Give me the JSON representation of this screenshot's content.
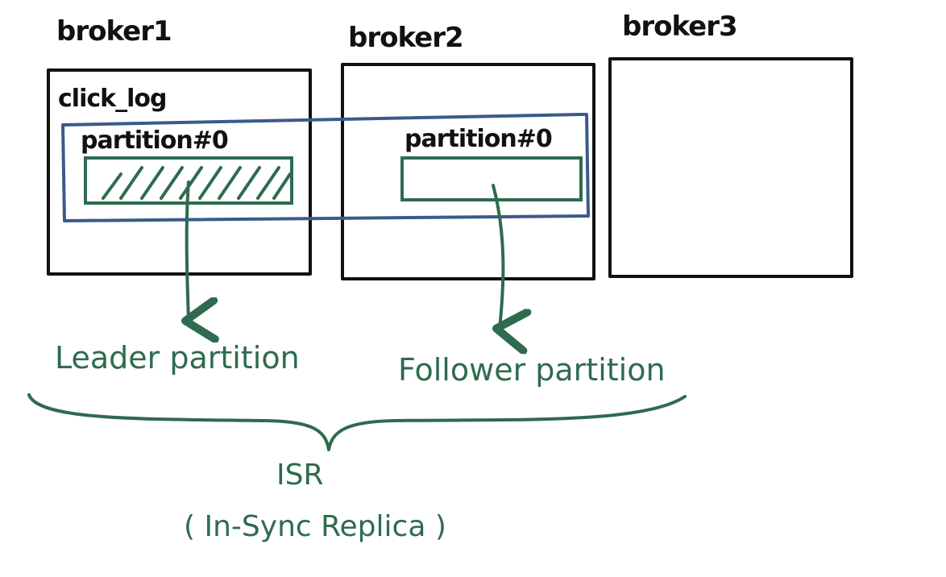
{
  "brokers": [
    {
      "name": "broker1"
    },
    {
      "name": "broker2"
    },
    {
      "name": "broker3"
    }
  ],
  "topic": "click_log",
  "partitions": [
    {
      "label": "partition#0",
      "role": "leader"
    },
    {
      "label": "partition#0",
      "role": "follower"
    }
  ],
  "annotations": {
    "leader": "Leader partition",
    "follower": "Follower partition",
    "isr": "ISR",
    "isr_full": "( In-Sync Replica )"
  },
  "colors": {
    "ink": "#111111",
    "green": "#2e6b4f",
    "blue": "#3a5a8c"
  }
}
